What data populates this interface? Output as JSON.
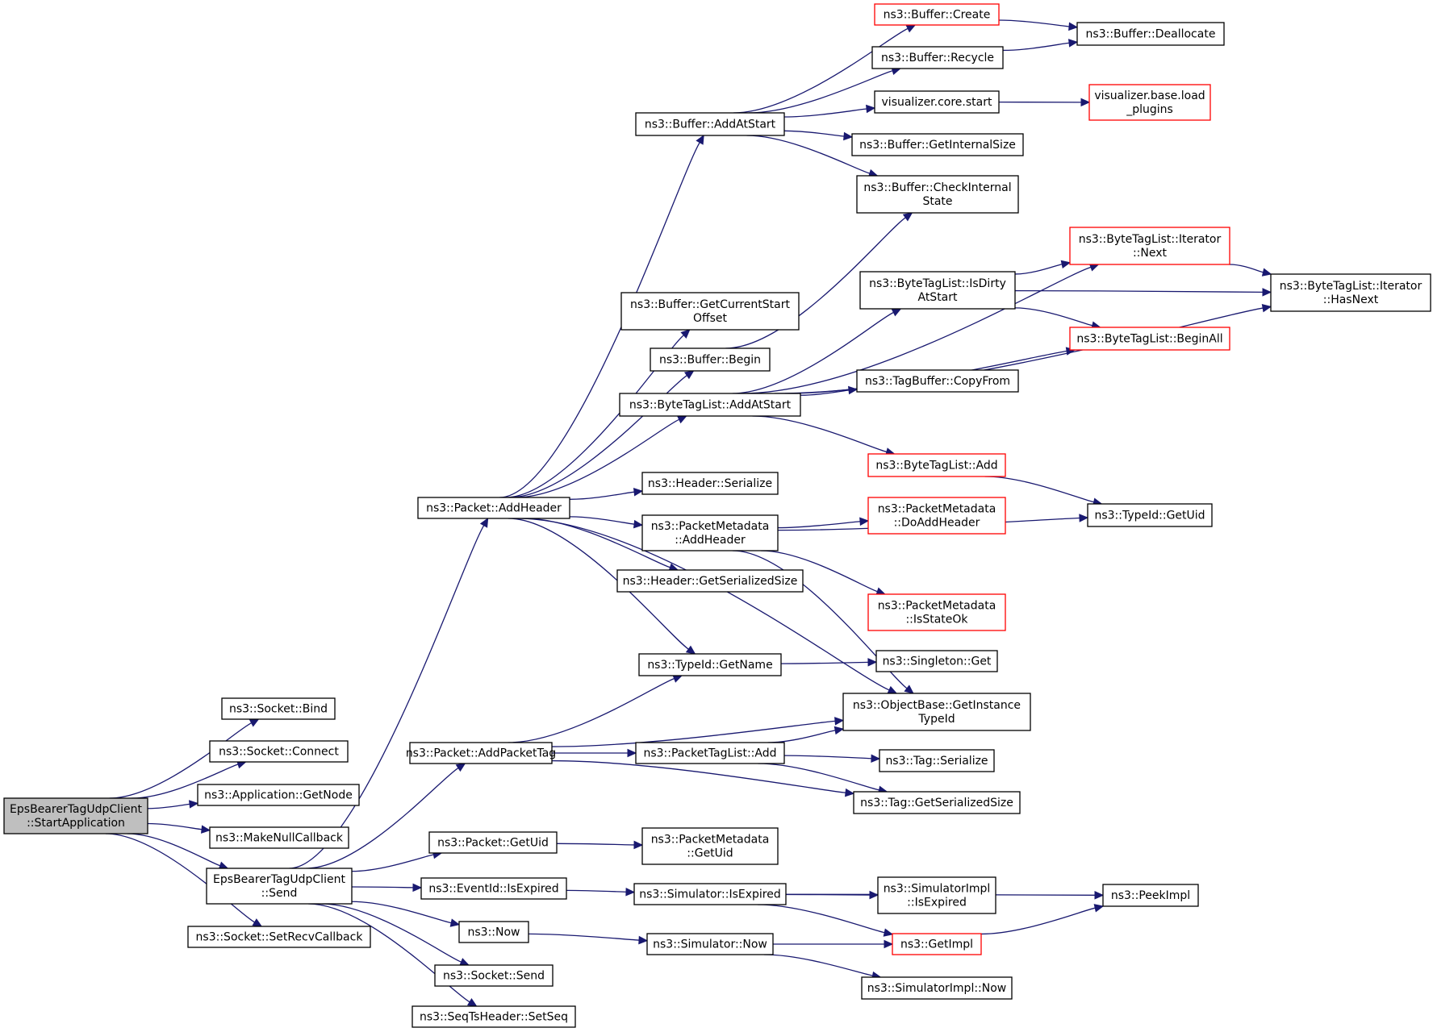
{
  "graph": {
    "colors": {
      "edge": "#191970",
      "node_border": "#000000",
      "node_border_truncated": "#ff0000",
      "root_fill": "#bfbfbf",
      "node_fill": "#ffffff"
    },
    "nodes": [
      {
        "id": "root",
        "lines": [
          "EpsBearerTagUdpClient",
          "::StartApplication"
        ],
        "style": "root"
      },
      {
        "id": "socket_bind",
        "lines": [
          "ns3::Socket::Bind"
        ]
      },
      {
        "id": "socket_connect",
        "lines": [
          "ns3::Socket::Connect"
        ]
      },
      {
        "id": "app_getnode",
        "lines": [
          "ns3::Application::GetNode"
        ]
      },
      {
        "id": "make_null_cb",
        "lines": [
          "ns3::MakeNullCallback"
        ]
      },
      {
        "id": "send",
        "lines": [
          "EpsBearerTagUdpClient",
          "::Send"
        ]
      },
      {
        "id": "socket_setrecv",
        "lines": [
          "ns3::Socket::SetRecvCallback"
        ]
      },
      {
        "id": "pkt_addheader",
        "lines": [
          "ns3::Packet::AddHeader"
        ]
      },
      {
        "id": "pkt_addpackettag",
        "lines": [
          "ns3::Packet::AddPacketTag"
        ]
      },
      {
        "id": "pkt_getuid",
        "lines": [
          "ns3::Packet::GetUid"
        ]
      },
      {
        "id": "eventid_isexpired",
        "lines": [
          "ns3::EventId::IsExpired"
        ]
      },
      {
        "id": "now",
        "lines": [
          "ns3::Now"
        ]
      },
      {
        "id": "socket_send",
        "lines": [
          "ns3::Socket::Send"
        ]
      },
      {
        "id": "seqts_setseq",
        "lines": [
          "ns3::SeqTsHeader::SetSeq"
        ]
      },
      {
        "id": "buf_addatstart",
        "lines": [
          "ns3::Buffer::AddAtStart"
        ]
      },
      {
        "id": "buf_getcurrentstart",
        "lines": [
          "ns3::Buffer::GetCurrentStart",
          "Offset"
        ]
      },
      {
        "id": "buf_begin",
        "lines": [
          "ns3::Buffer::Begin"
        ]
      },
      {
        "id": "btl_addatstart",
        "lines": [
          "ns3::ByteTagList::AddAtStart"
        ]
      },
      {
        "id": "header_serialize",
        "lines": [
          "ns3::Header::Serialize"
        ]
      },
      {
        "id": "pm_addheader",
        "lines": [
          "ns3::PacketMetadata",
          "::AddHeader"
        ]
      },
      {
        "id": "header_getsersize",
        "lines": [
          "ns3::Header::GetSerializedSize"
        ]
      },
      {
        "id": "typeid_getname",
        "lines": [
          "ns3::TypeId::GetName"
        ]
      },
      {
        "id": "ptl_add",
        "lines": [
          "ns3::PacketTagList::Add"
        ]
      },
      {
        "id": "pm_getuid",
        "lines": [
          "ns3::PacketMetadata",
          "::GetUid"
        ]
      },
      {
        "id": "sim_isexpired",
        "lines": [
          "ns3::Simulator::IsExpired"
        ]
      },
      {
        "id": "sim_now",
        "lines": [
          "ns3::Simulator::Now"
        ]
      },
      {
        "id": "buf_create",
        "lines": [
          "ns3::Buffer::Create"
        ],
        "style": "truncated"
      },
      {
        "id": "buf_recycle",
        "lines": [
          "ns3::Buffer::Recycle"
        ]
      },
      {
        "id": "viz_core_start",
        "lines": [
          "visualizer.core.start"
        ]
      },
      {
        "id": "buf_getinternalsize",
        "lines": [
          "ns3::Buffer::GetInternalSize"
        ]
      },
      {
        "id": "buf_checkinternal",
        "lines": [
          "ns3::Buffer::CheckInternal",
          "State"
        ]
      },
      {
        "id": "btl_isdirty",
        "lines": [
          "ns3::ByteTagList::IsDirty",
          "AtStart"
        ]
      },
      {
        "id": "tagbuffer_copyfrom",
        "lines": [
          "ns3::TagBuffer::CopyFrom"
        ]
      },
      {
        "id": "btl_add",
        "lines": [
          "ns3::ByteTagList::Add"
        ],
        "style": "truncated"
      },
      {
        "id": "pm_doaddheader",
        "lines": [
          "ns3::PacketMetadata",
          "::DoAddHeader"
        ],
        "style": "truncated"
      },
      {
        "id": "pm_isstateok",
        "lines": [
          "ns3::PacketMetadata",
          "::IsStateOk"
        ],
        "style": "truncated"
      },
      {
        "id": "singleton_get",
        "lines": [
          "ns3::Singleton::Get"
        ]
      },
      {
        "id": "objbase_getinstance",
        "lines": [
          "ns3::ObjectBase::GetInstance",
          "TypeId"
        ]
      },
      {
        "id": "tag_serialize",
        "lines": [
          "ns3::Tag::Serialize"
        ]
      },
      {
        "id": "tag_getsersize",
        "lines": [
          "ns3::Tag::GetSerializedSize"
        ]
      },
      {
        "id": "simimpl_isexpired",
        "lines": [
          "ns3::SimulatorImpl",
          "::IsExpired"
        ]
      },
      {
        "id": "getimpl",
        "lines": [
          "ns3::GetImpl"
        ],
        "style": "truncated"
      },
      {
        "id": "simimpl_now",
        "lines": [
          "ns3::SimulatorImpl::Now"
        ]
      },
      {
        "id": "buf_deallocate",
        "lines": [
          "ns3::Buffer::Deallocate"
        ]
      },
      {
        "id": "viz_base_load",
        "lines": [
          "visualizer.base.load",
          "_plugins"
        ],
        "style": "truncated"
      },
      {
        "id": "btl_it_next",
        "lines": [
          "ns3::ByteTagList::Iterator",
          "::Next"
        ],
        "style": "truncated"
      },
      {
        "id": "btl_beginall",
        "lines": [
          "ns3::ByteTagList::BeginAll"
        ],
        "style": "truncated"
      },
      {
        "id": "btl_it_hasnext",
        "lines": [
          "ns3::ByteTagList::Iterator",
          "::HasNext"
        ]
      },
      {
        "id": "typeid_getuid",
        "lines": [
          "ns3::TypeId::GetUid"
        ]
      },
      {
        "id": "peekimpl",
        "lines": [
          "ns3::PeekImpl"
        ]
      }
    ],
    "edges": [
      [
        "root",
        "socket_bind"
      ],
      [
        "root",
        "socket_connect"
      ],
      [
        "root",
        "app_getnode"
      ],
      [
        "root",
        "make_null_cb"
      ],
      [
        "root",
        "send"
      ],
      [
        "root",
        "socket_setrecv"
      ],
      [
        "send",
        "pkt_addheader"
      ],
      [
        "send",
        "pkt_addpackettag"
      ],
      [
        "send",
        "pkt_getuid"
      ],
      [
        "send",
        "eventid_isexpired"
      ],
      [
        "send",
        "now"
      ],
      [
        "send",
        "socket_send"
      ],
      [
        "send",
        "seqts_setseq"
      ],
      [
        "pkt_addheader",
        "buf_addatstart"
      ],
      [
        "pkt_addheader",
        "buf_getcurrentstart"
      ],
      [
        "pkt_addheader",
        "buf_begin"
      ],
      [
        "pkt_addheader",
        "btl_addatstart"
      ],
      [
        "pkt_addheader",
        "header_serialize"
      ],
      [
        "pkt_addheader",
        "pm_addheader"
      ],
      [
        "pkt_addheader",
        "header_getsersize"
      ],
      [
        "pkt_addheader",
        "typeid_getname"
      ],
      [
        "pkt_addheader",
        "objbase_getinstance"
      ],
      [
        "pkt_addpackettag",
        "typeid_getname"
      ],
      [
        "pkt_addpackettag",
        "objbase_getinstance"
      ],
      [
        "pkt_addpackettag",
        "ptl_add"
      ],
      [
        "pkt_addpackettag",
        "tag_getsersize"
      ],
      [
        "pkt_getuid",
        "pm_getuid"
      ],
      [
        "eventid_isexpired",
        "sim_isexpired"
      ],
      [
        "now",
        "sim_now"
      ],
      [
        "buf_addatstart",
        "buf_create"
      ],
      [
        "buf_addatstart",
        "buf_recycle"
      ],
      [
        "buf_addatstart",
        "viz_core_start"
      ],
      [
        "buf_addatstart",
        "buf_getinternalsize"
      ],
      [
        "buf_addatstart",
        "buf_checkinternal"
      ],
      [
        "buf_begin",
        "buf_checkinternal"
      ],
      [
        "btl_addatstart",
        "btl_it_next"
      ],
      [
        "btl_addatstart",
        "btl_isdirty"
      ],
      [
        "btl_addatstart",
        "btl_beginall"
      ],
      [
        "btl_addatstart",
        "tagbuffer_copyfrom"
      ],
      [
        "btl_addatstart",
        "btl_it_hasnext"
      ],
      [
        "btl_addatstart",
        "btl_add"
      ],
      [
        "pm_addheader",
        "pm_doaddheader"
      ],
      [
        "pm_addheader",
        "typeid_getuid"
      ],
      [
        "pm_addheader",
        "pm_isstateok"
      ],
      [
        "pm_addheader",
        "objbase_getinstance"
      ],
      [
        "typeid_getname",
        "singleton_get"
      ],
      [
        "ptl_add",
        "objbase_getinstance"
      ],
      [
        "ptl_add",
        "tag_serialize"
      ],
      [
        "ptl_add",
        "tag_getsersize"
      ],
      [
        "sim_isexpired",
        "peekimpl"
      ],
      [
        "sim_isexpired",
        "simimpl_isexpired"
      ],
      [
        "sim_isexpired",
        "getimpl"
      ],
      [
        "sim_now",
        "getimpl"
      ],
      [
        "sim_now",
        "simimpl_now"
      ],
      [
        "buf_create",
        "buf_deallocate"
      ],
      [
        "buf_recycle",
        "buf_deallocate"
      ],
      [
        "viz_core_start",
        "viz_base_load"
      ],
      [
        "btl_isdirty",
        "btl_it_next"
      ],
      [
        "btl_isdirty",
        "btl_it_hasnext"
      ],
      [
        "btl_isdirty",
        "btl_beginall"
      ],
      [
        "btl_add",
        "typeid_getuid"
      ],
      [
        "btl_it_next",
        "btl_it_hasnext"
      ],
      [
        "getimpl",
        "peekimpl"
      ]
    ]
  }
}
